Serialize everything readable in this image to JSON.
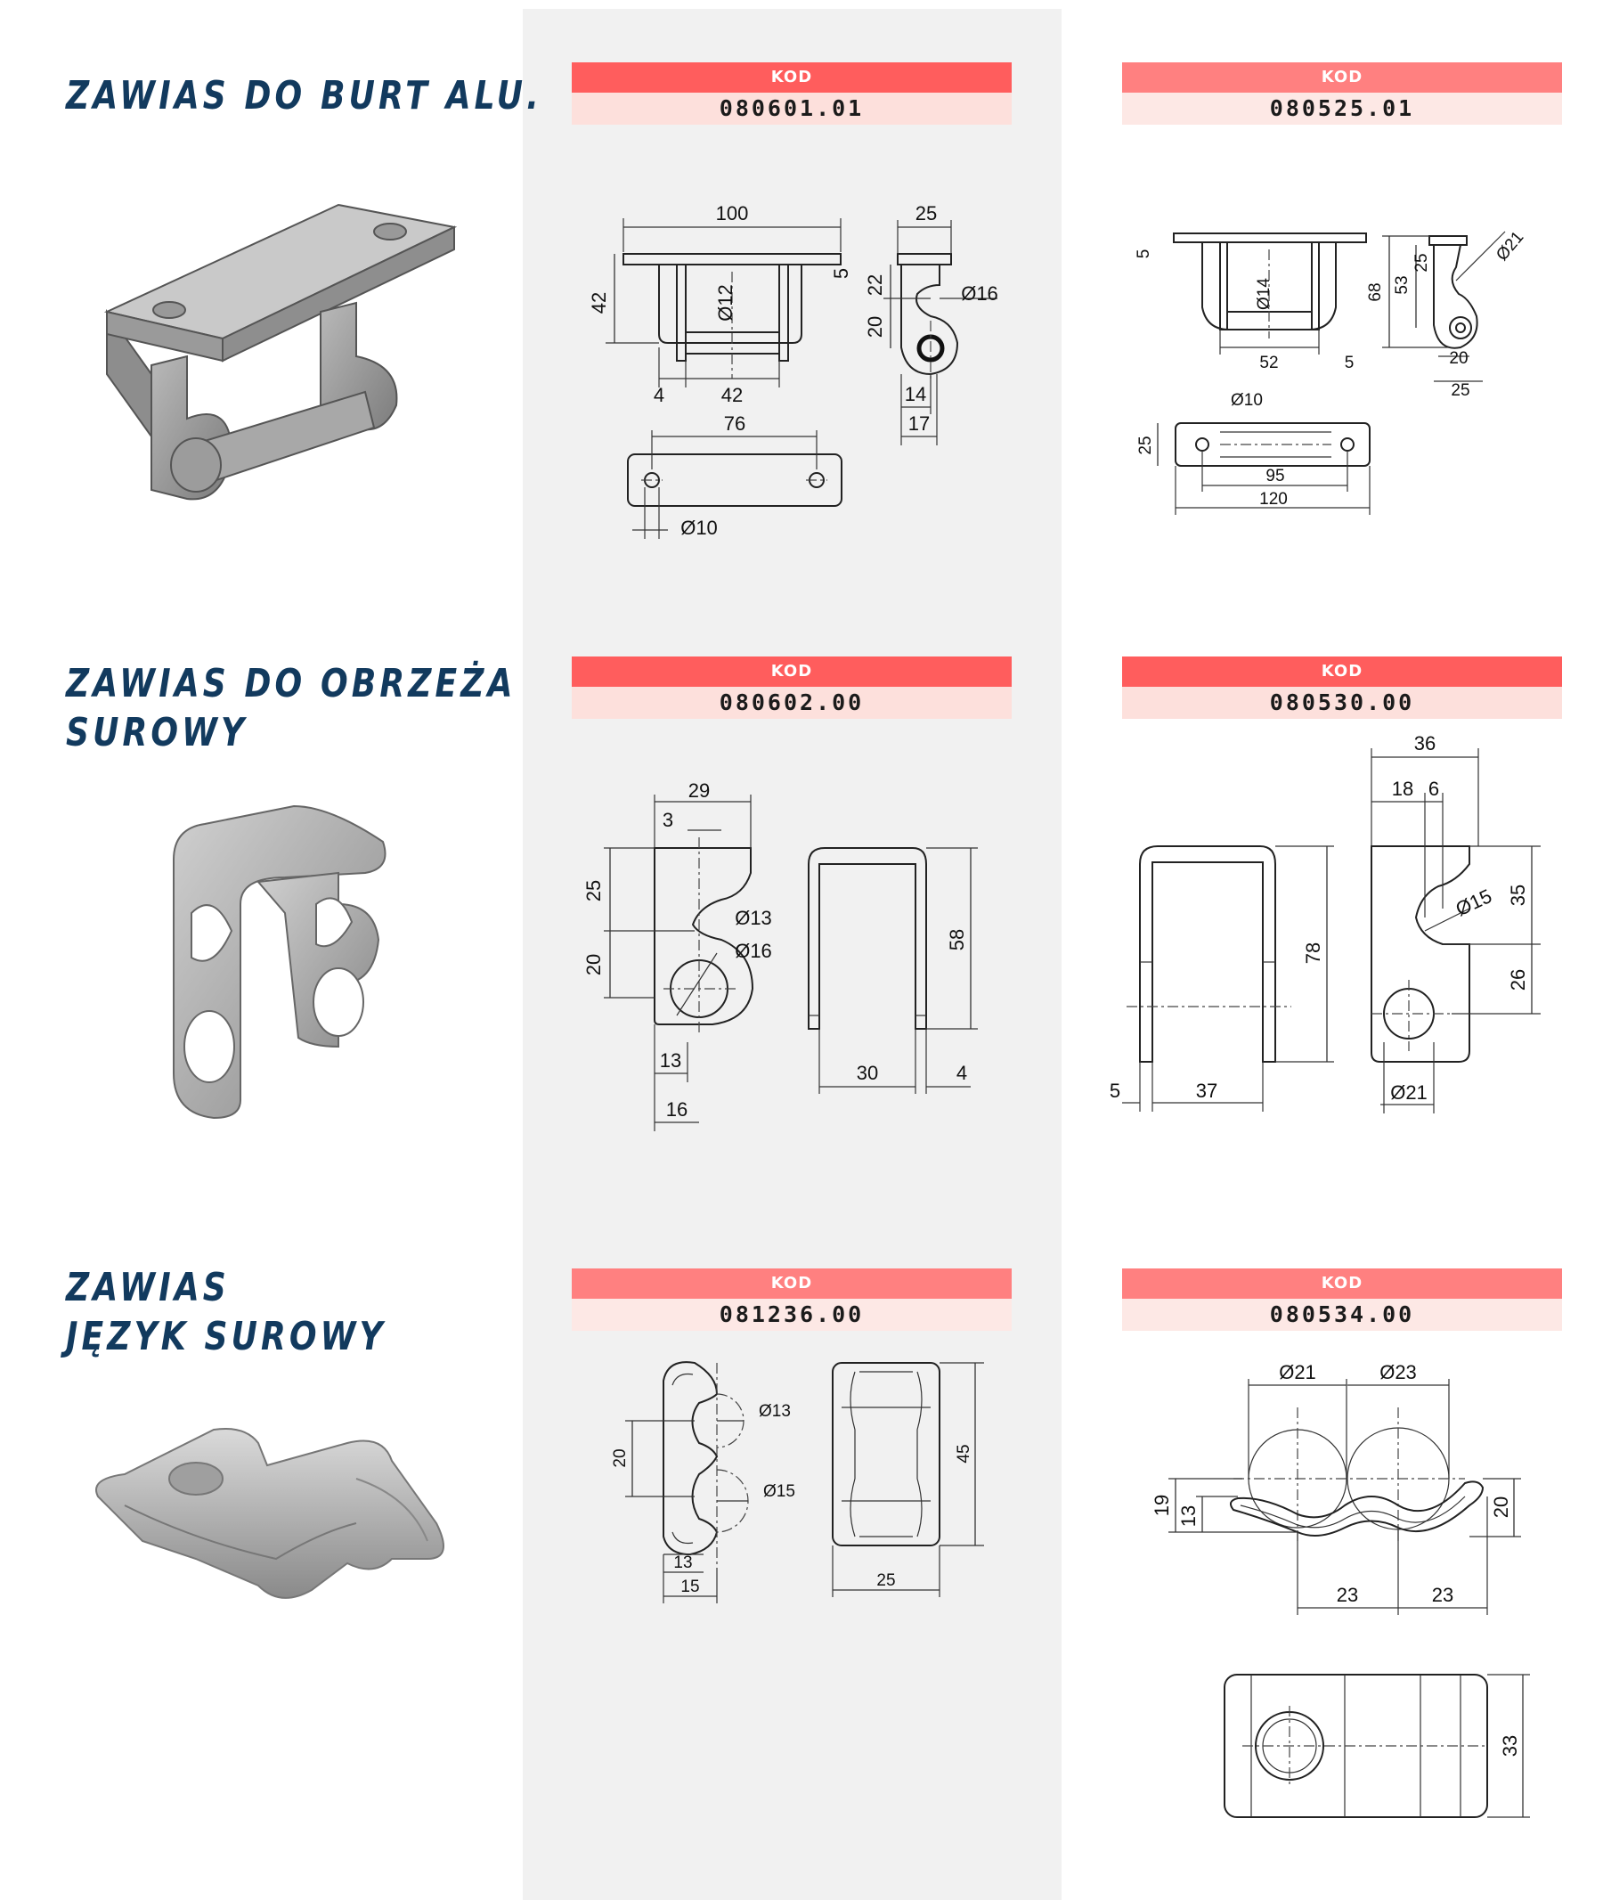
{
  "rows": [
    {
      "title_lines": [
        "ZAWIAS DO BURT ALU."
      ],
      "codes": [
        {
          "label": "KOD",
          "value": "080601.01"
        },
        {
          "label": "KOD",
          "value": "080525.01"
        }
      ]
    },
    {
      "title_lines": [
        "ZAWIAS DO OBRZEŻA",
        "SUROWY"
      ],
      "codes": [
        {
          "label": "KOD",
          "value": "080602.00"
        },
        {
          "label": "KOD",
          "value": "080530.00"
        }
      ]
    },
    {
      "title_lines": [
        "ZAWIAS",
        "JĘZYK SUROWY"
      ],
      "codes": [
        {
          "label": "KOD",
          "value": "081236.00"
        },
        {
          "label": "KOD",
          "value": "080534.00"
        }
      ]
    }
  ],
  "dims": {
    "d1": {
      "w100": "100",
      "w25": "25",
      "h42": "42",
      "d12": "Ø12",
      "v5": "5",
      "v22": "22",
      "d16": "Ø16",
      "v20": "20",
      "w4": "4",
      "w42": "42",
      "w14": "14",
      "w76": "76",
      "w17": "17",
      "d10": "Ø10"
    },
    "d2": {
      "v5": "5",
      "d14": "Ø14",
      "h68": "68",
      "h53": "53",
      "h25": "25",
      "d21": "Ø21",
      "w52": "52",
      "w5": "5",
      "w20": "20",
      "w25": "25",
      "d10": "Ø10",
      "h25b": "25",
      "w95": "95",
      "w120": "120"
    },
    "d3": {
      "w29": "29",
      "w3": "3",
      "h25": "25",
      "d13": "Ø13",
      "h20": "20",
      "d16": "Ø16",
      "w13": "13",
      "w16": "16",
      "h58": "58",
      "w30": "30",
      "w4": "4"
    },
    "d4": {
      "w36": "36",
      "w18": "18",
      "w6": "6",
      "h35": "35",
      "d15": "Ø15",
      "h78": "78",
      "h26": "26",
      "w5": "5",
      "w37": "37",
      "d21": "Ø21"
    },
    "d5": {
      "d13": "Ø13",
      "h20": "20",
      "d15": "Ø15",
      "w13": "13",
      "w15": "15",
      "h45": "45",
      "w25": "25"
    },
    "d6": {
      "d21": "Ø21",
      "d23": "Ø23",
      "h19": "19",
      "h13": "13",
      "h20": "20",
      "w23a": "23",
      "w23b": "23",
      "h33": "33"
    }
  }
}
